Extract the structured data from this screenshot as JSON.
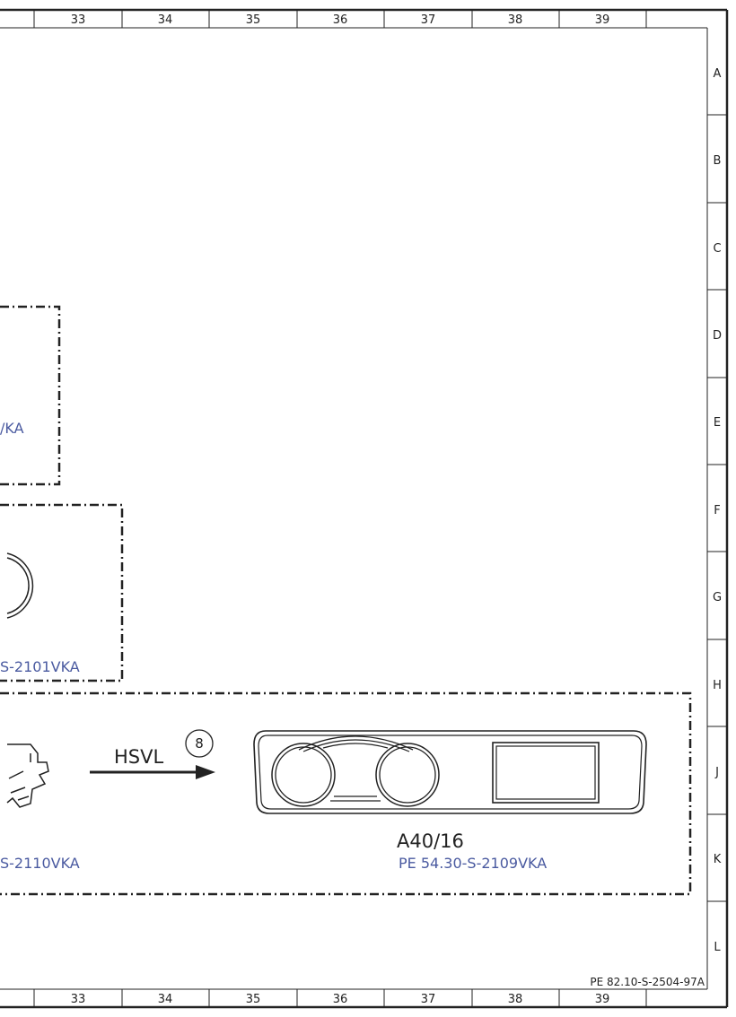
{
  "frame": {
    "columns": [
      "33",
      "34",
      "35",
      "36",
      "37",
      "38",
      "39"
    ],
    "rows": [
      "A",
      "B",
      "C",
      "D",
      "E",
      "F",
      "G",
      "H",
      "J",
      "K",
      "L"
    ],
    "document_ref": "PE 82.10-S-2504-97A"
  },
  "boxes": {
    "upper_partial": {
      "ref": "/KA"
    },
    "middle_partial": {
      "ref": "S-2101VKA"
    },
    "lower": {
      "left_ref": "S-2110VKA",
      "signal": {
        "label": "HSVL",
        "connector_number": "8"
      },
      "instrument_cluster": {
        "label": "A40/16",
        "ref": "PE 54.30-S-2109VKA"
      }
    }
  }
}
